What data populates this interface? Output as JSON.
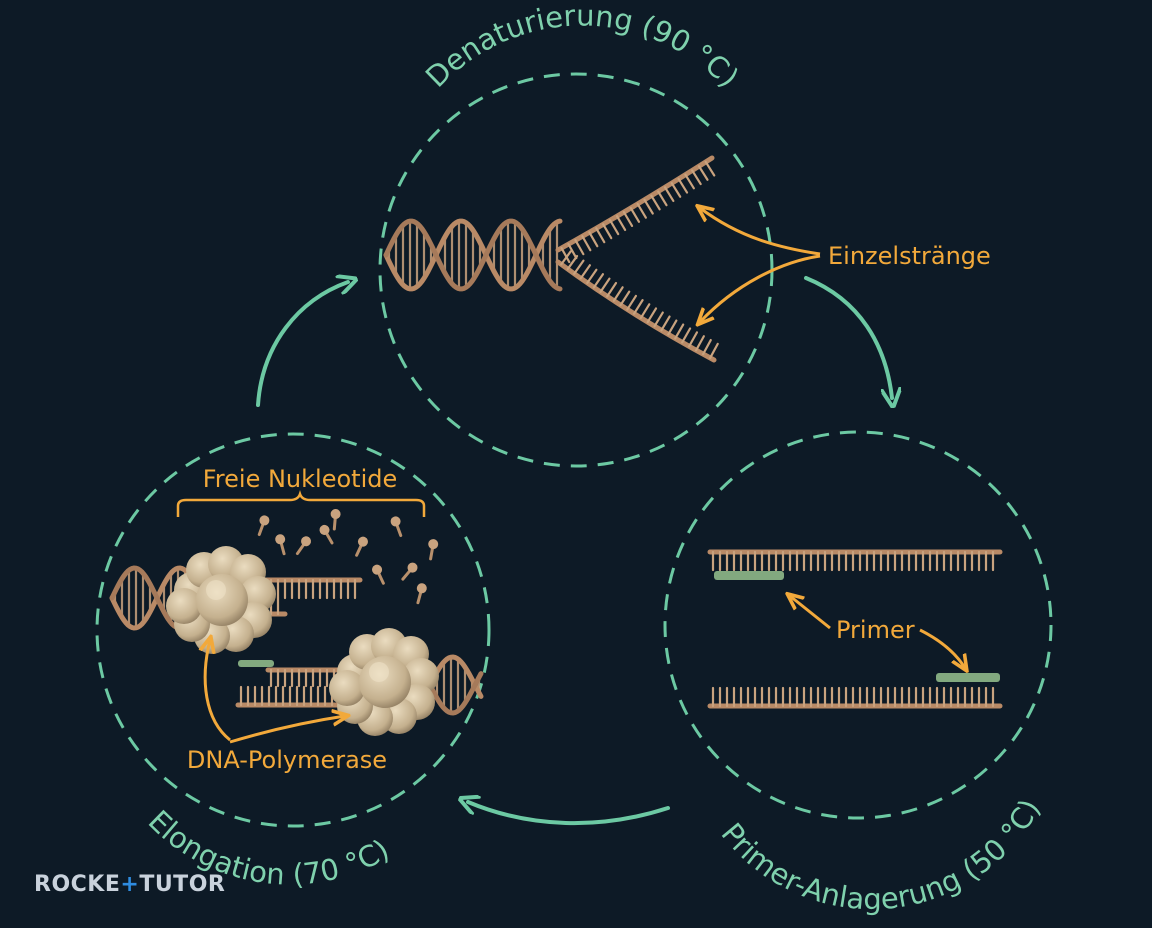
{
  "phases": {
    "denaturation": "Denaturierung (90 °C)",
    "annealing": "Primer-Anlagerung (50 °C)",
    "elongation": "Elongation (70 °C)"
  },
  "labels": {
    "single_strands": "Einzelstränge",
    "primer": "Primer",
    "free_nucleotides": "Freie Nukleotide",
    "polymerase": "DNA-Polymerase"
  },
  "brand": {
    "part1": "ROCKE",
    "plus": "+",
    "part2": "TUTOR"
  },
  "colors": {
    "background": "#0d1a26",
    "cycle_green": "#6cc9a3",
    "label_orange": "#f2a93b",
    "dna_strand": "#b98a66",
    "primer_green": "#8fb98a",
    "polymerase": "#d8c7a6"
  }
}
